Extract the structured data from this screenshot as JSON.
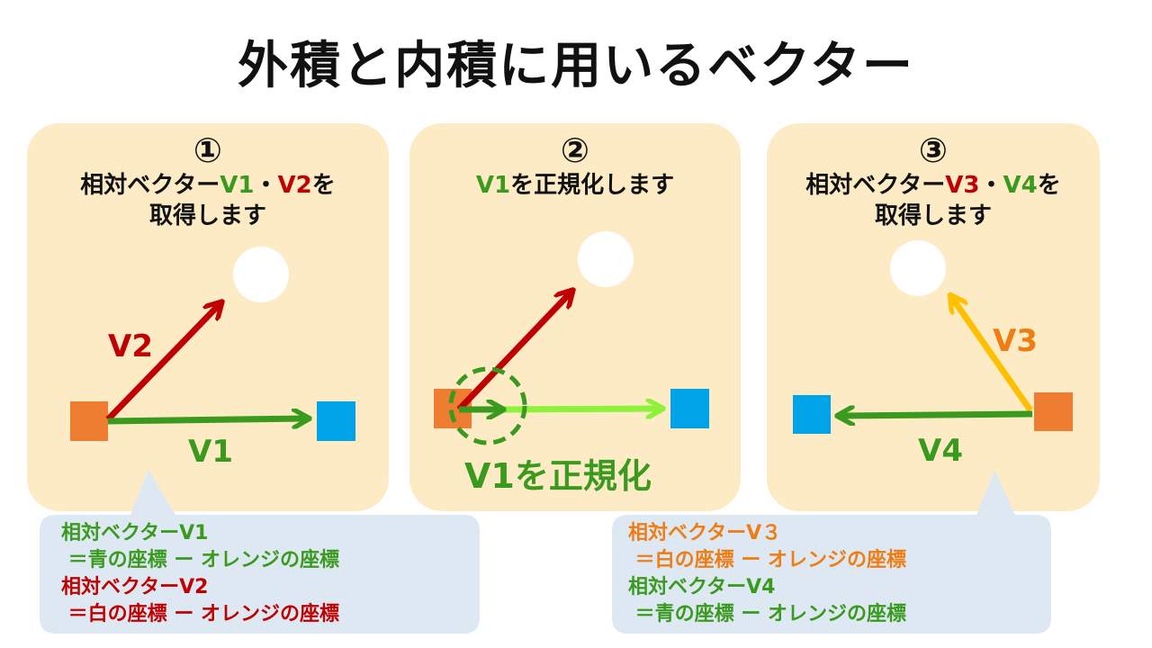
{
  "title": "外積と内積に用いるベクター",
  "colors": {
    "panel_bg": "#fcebc5",
    "callout_bg": "#dde8f3",
    "orange_square": "#ee7d31",
    "blue_square": "#00a3e8",
    "green_vector": "#3a9a1e",
    "light_green_vector": "#8ef23a",
    "red_vector": "#c00000",
    "yellow_vector": "#ffc000"
  },
  "panels": [
    {
      "number": "①",
      "desc_line1_prefix": "相対ベクター",
      "desc_line1_v_a": "V1",
      "desc_line1_sep": "・",
      "desc_line1_v_b": "V2",
      "desc_line1_suffix": "を",
      "desc_line2": "取得します",
      "labels": {
        "v2": "V2",
        "v1": "V1"
      }
    },
    {
      "number": "②",
      "desc_v": "V1",
      "desc_rest": "を正規化します",
      "caption_v": "V1",
      "caption_rest": "を正規化"
    },
    {
      "number": "③",
      "desc_line1_prefix": "相対ベクター",
      "desc_line1_v_a": "V3",
      "desc_line1_sep": "・",
      "desc_line1_v_b": "V4",
      "desc_line1_suffix": "を",
      "desc_line2": "取得します",
      "labels": {
        "v3": "V3",
        "v4": "V4"
      }
    }
  ],
  "callouts": {
    "left": {
      "line1": "相対ベクターV1",
      "line2": " ＝青の座標 ー オレンジの座標",
      "line3": "相対ベクターV2",
      "line4": " ＝白の座標 ー オレンジの座標"
    },
    "right": {
      "line1": "相対ベクターV３",
      "line2": " ＝白の座標 ー オレンジの座標",
      "line3": "相対ベクターV4",
      "line4": " ＝青の座標 ー オレンジの座標"
    }
  }
}
